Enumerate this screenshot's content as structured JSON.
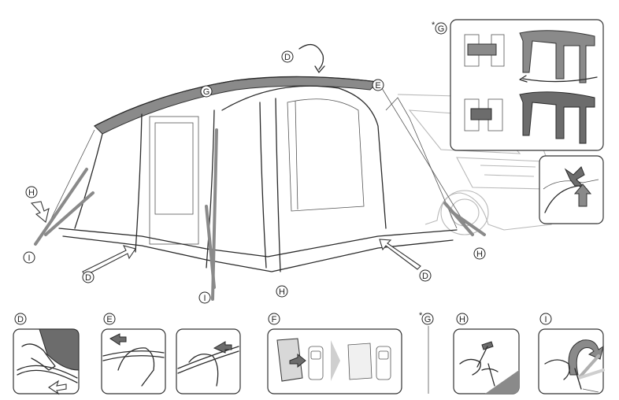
{
  "labels": {
    "d": "D",
    "e": "E",
    "f": "F",
    "g": "G",
    "h": "H",
    "i": "I",
    "optional_prefix": "*"
  },
  "colors": {
    "fabric_grey": "#8a8a8a",
    "dark_grey": "#6c6c6c",
    "outline": "#2a2a2a",
    "car_ghost": "#b8b8b8"
  },
  "icons": [
    "hand-icon",
    "pole-icon",
    "hammer-icon",
    "peg-icon",
    "pump-arrow-icon",
    "curved-arrow-icon",
    "valve-icon"
  ]
}
